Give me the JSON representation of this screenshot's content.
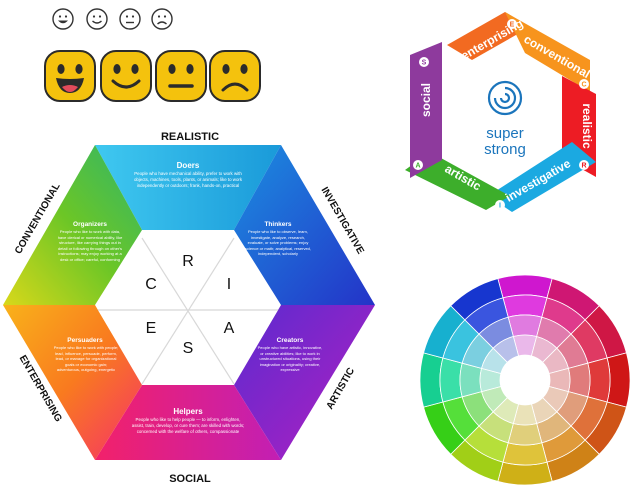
{
  "faces": {
    "small": [
      "grinning",
      "smiling",
      "neutral",
      "frowning"
    ],
    "big": [
      "grinning",
      "smiling",
      "neutral",
      "frowning"
    ],
    "big_color": "#F4C20D"
  },
  "riasec": {
    "outer_labels": {
      "realistic": "REALISTIC",
      "investigative": "INVESTIGATIVE",
      "artistic": "ARTISTIC",
      "social": "SOCIAL",
      "enterprising": "ENTERPRISING",
      "conventional": "CONVENTIONAL"
    },
    "letters": {
      "r": "R",
      "i": "I",
      "a": "A",
      "s": "S",
      "e": "E",
      "c": "C"
    },
    "sections": {
      "doers": {
        "title": "Doers",
        "body": "People who have mechanical ability, prefer to work with objects, machines, tools, plants, or animals; like to work independently or outdoors; frank, hands-on, practical",
        "color": "#1BB3E8"
      },
      "thinkers": {
        "title": "Thinkers",
        "body": "People who like to observe, learn, investigate, analyze, research, evaluate, or solve problems; enjoy science or math; analytical, reserved, independent, scholarly",
        "color": "#1E4FD8"
      },
      "creators": {
        "title": "Creators",
        "body": "People who have artistic, innovative, or creative abilities; like to work in unstructured situations, using their imagination or originality; creative, expressive",
        "color": "#8E1FC9"
      },
      "helpers": {
        "title": "Helpers",
        "body": "People who like to help people — to inform, enlighten, assist, train, develop, or cure them; are skilled with words; concerned with the welfare of others, compassionate",
        "color": "#E81E7A"
      },
      "persuaders": {
        "title": "Persuaders",
        "body": "People who like to work with people; lead, influence, persuade, perform, lead, or manage for organizational goals or economic gain; adventurous, outgoing, energetic",
        "color": "#F7931E"
      },
      "organizers": {
        "title": "Organizers",
        "body": "People who like to work with data, have clerical or numerical ability, like structure, like carrying things out in detail or following through on other's instructions; may enjoy working at a desk or office; careful, conforming",
        "color": "#5EC22B"
      }
    }
  },
  "superstrong": {
    "logo_line1": "super",
    "logo_line2": "strong",
    "segments": {
      "enterprising": {
        "label": "enterprising",
        "letter": "E",
        "color": "#F26A21"
      },
      "conventional": {
        "label": "conventional",
        "letter": "C",
        "color": "#F7941D"
      },
      "realistic": {
        "label": "realistic",
        "letter": "R",
        "color": "#ED1C24"
      },
      "investigative": {
        "label": "investigative",
        "letter": "I",
        "color": "#1BA9E1"
      },
      "artistic": {
        "label": "artistic",
        "letter": "A",
        "color": "#3DAE2B"
      },
      "social": {
        "label": "social",
        "letter": "S",
        "color": "#8E3A9D"
      }
    },
    "logo_color": "#1B75BC"
  }
}
